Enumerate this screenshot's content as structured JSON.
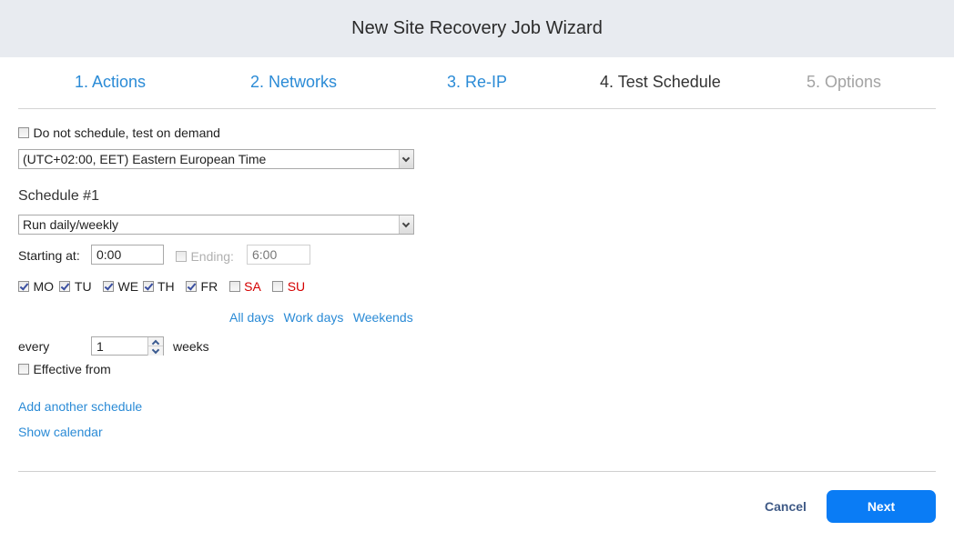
{
  "header": {
    "title": "New Site Recovery Job Wizard"
  },
  "steps": [
    {
      "label": "1. Actions",
      "state": "done"
    },
    {
      "label": "2. Networks",
      "state": "done"
    },
    {
      "label": "3. Re-IP",
      "state": "done"
    },
    {
      "label": "4. Test Schedule",
      "state": "active"
    },
    {
      "label": "5. Options",
      "state": "future"
    }
  ],
  "form": {
    "no_schedule_label": "Do not schedule, test on demand",
    "no_schedule_checked": false,
    "timezone_value": "(UTC+02:00, EET) Eastern European Time",
    "schedule_title": "Schedule #1",
    "schedule_type_value": "Run daily/weekly",
    "starting_at_label": "Starting at:",
    "starting_at_value": "0:00",
    "ending_label": "Ending:",
    "ending_value": "6:00",
    "ending_checked": false,
    "days": [
      {
        "label": "MO",
        "checked": true,
        "weekend": false
      },
      {
        "label": "TU",
        "checked": true,
        "weekend": false
      },
      {
        "label": "WE",
        "checked": true,
        "weekend": false
      },
      {
        "label": "TH",
        "checked": true,
        "weekend": false
      },
      {
        "label": "FR",
        "checked": true,
        "weekend": false
      },
      {
        "label": "SA",
        "checked": false,
        "weekend": true
      },
      {
        "label": "SU",
        "checked": false,
        "weekend": true
      }
    ],
    "day_links": {
      "all": "All days",
      "work": "Work days",
      "weekends": "Weekends"
    },
    "every_label": "every",
    "every_value": "1",
    "every_unit": "weeks",
    "effective_from_label": "Effective from",
    "effective_from_checked": false,
    "add_schedule_link": "Add another schedule",
    "show_calendar_link": "Show calendar"
  },
  "footer": {
    "cancel_label": "Cancel",
    "next_label": "Next"
  },
  "colors": {
    "link": "#2b8bd6",
    "primary": "#0a7cf5",
    "weekend": "#d40000",
    "header_bg": "#e8ebf0"
  }
}
